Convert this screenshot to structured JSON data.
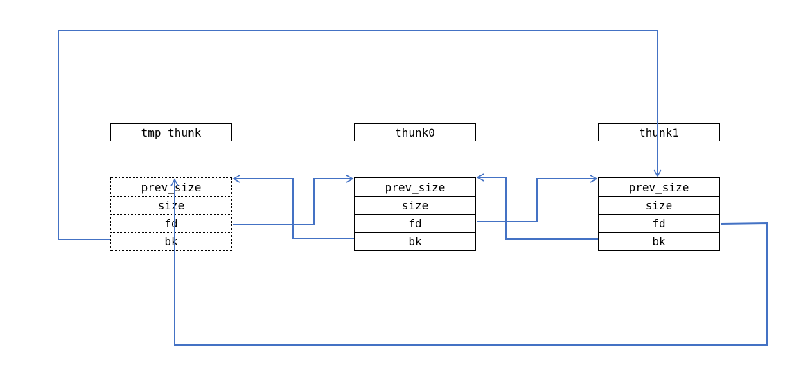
{
  "chunks": [
    {
      "name": "tmp_thunk",
      "fields": [
        "prev_size",
        "size",
        "fd",
        "bk"
      ]
    },
    {
      "name": "thunk0",
      "fields": [
        "prev_size",
        "size",
        "fd",
        "bk"
      ]
    },
    {
      "name": "thunk1",
      "fields": [
        "prev_size",
        "size",
        "fd",
        "bk"
      ]
    }
  ],
  "colors": {
    "arrow": "#4472c4",
    "box_border": "#000000"
  }
}
